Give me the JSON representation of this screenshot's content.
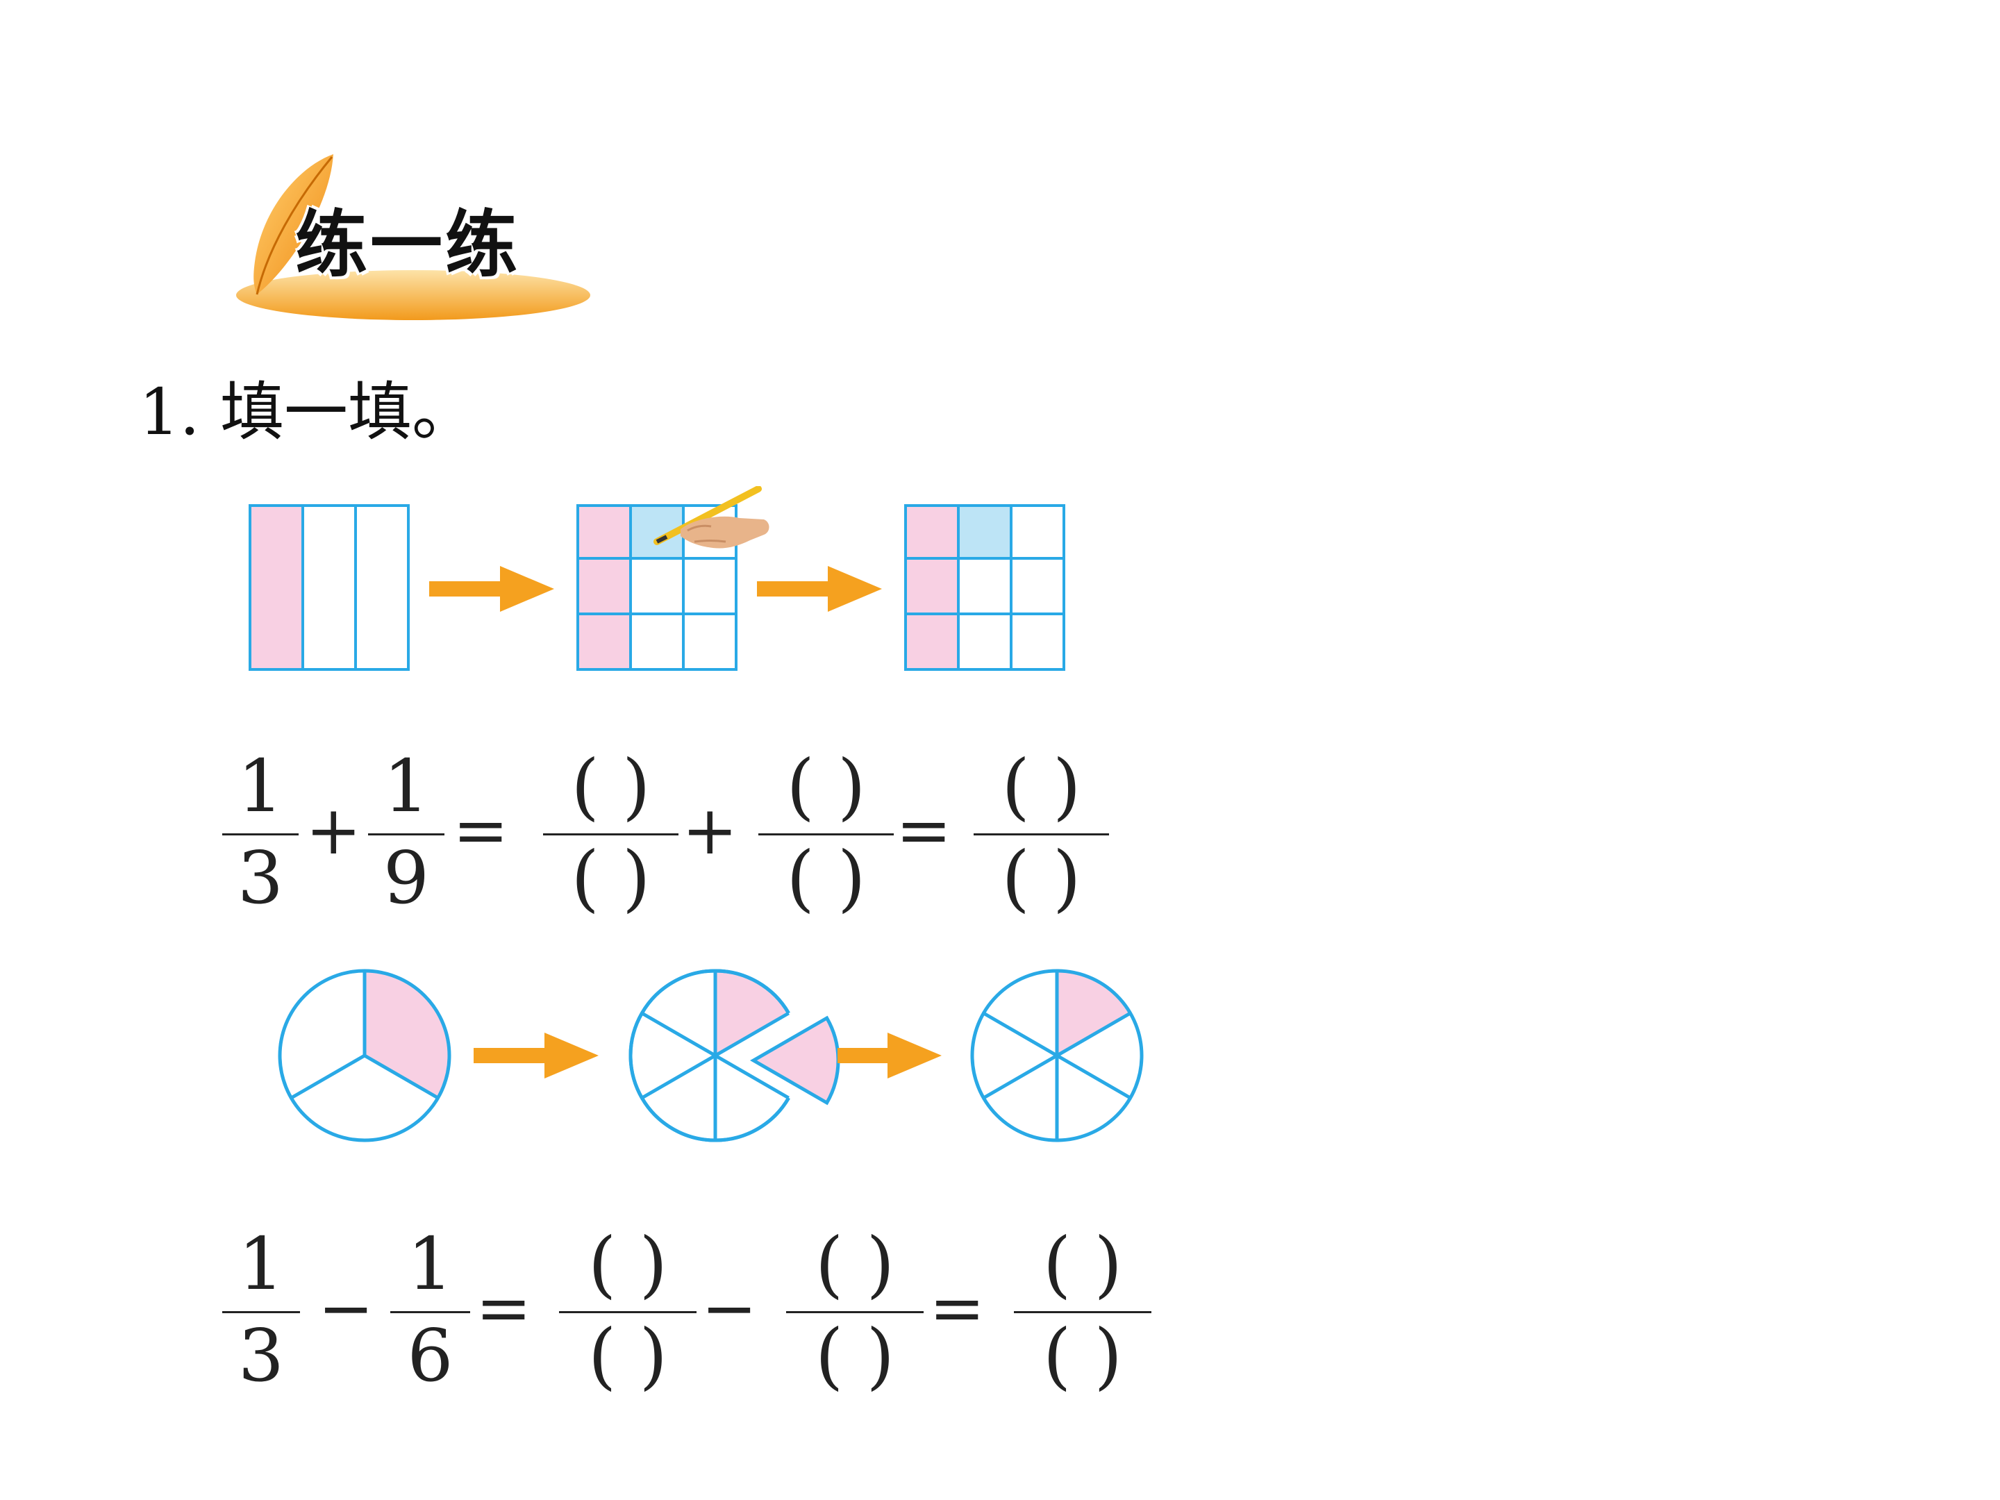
{
  "header": {
    "title": "练一练",
    "feather_icon": "feather-icon"
  },
  "question": {
    "label": "1. 填一填。"
  },
  "colors": {
    "grid_line": "#29a9e6",
    "pink": "#f8d0e3",
    "light_blue": "#bde4f6",
    "arrow": "#f5a11f",
    "badge": "#f7b23c"
  },
  "equation1": {
    "term1": {
      "num": "1",
      "den": "3"
    },
    "op1": "+",
    "term2": {
      "num": "1",
      "den": "9"
    },
    "eq1": "=",
    "blank1": {
      "num": "(    )",
      "den": "(    )"
    },
    "op2": "+",
    "blank2": {
      "num": "(    )",
      "den": "(    )"
    },
    "eq2": "=",
    "blank3": {
      "num": "(    )",
      "den": "(    )"
    }
  },
  "equation2": {
    "term1": {
      "num": "1",
      "den": "3"
    },
    "op1": "−",
    "term2": {
      "num": "1",
      "den": "6"
    },
    "eq1": "=",
    "blank1": {
      "num": "(    )",
      "den": "(    )"
    },
    "op2": "−",
    "blank2": {
      "num": "(    )",
      "den": "(    )"
    },
    "eq2": "=",
    "blank3": {
      "num": "(    )",
      "den": "(    )"
    }
  }
}
